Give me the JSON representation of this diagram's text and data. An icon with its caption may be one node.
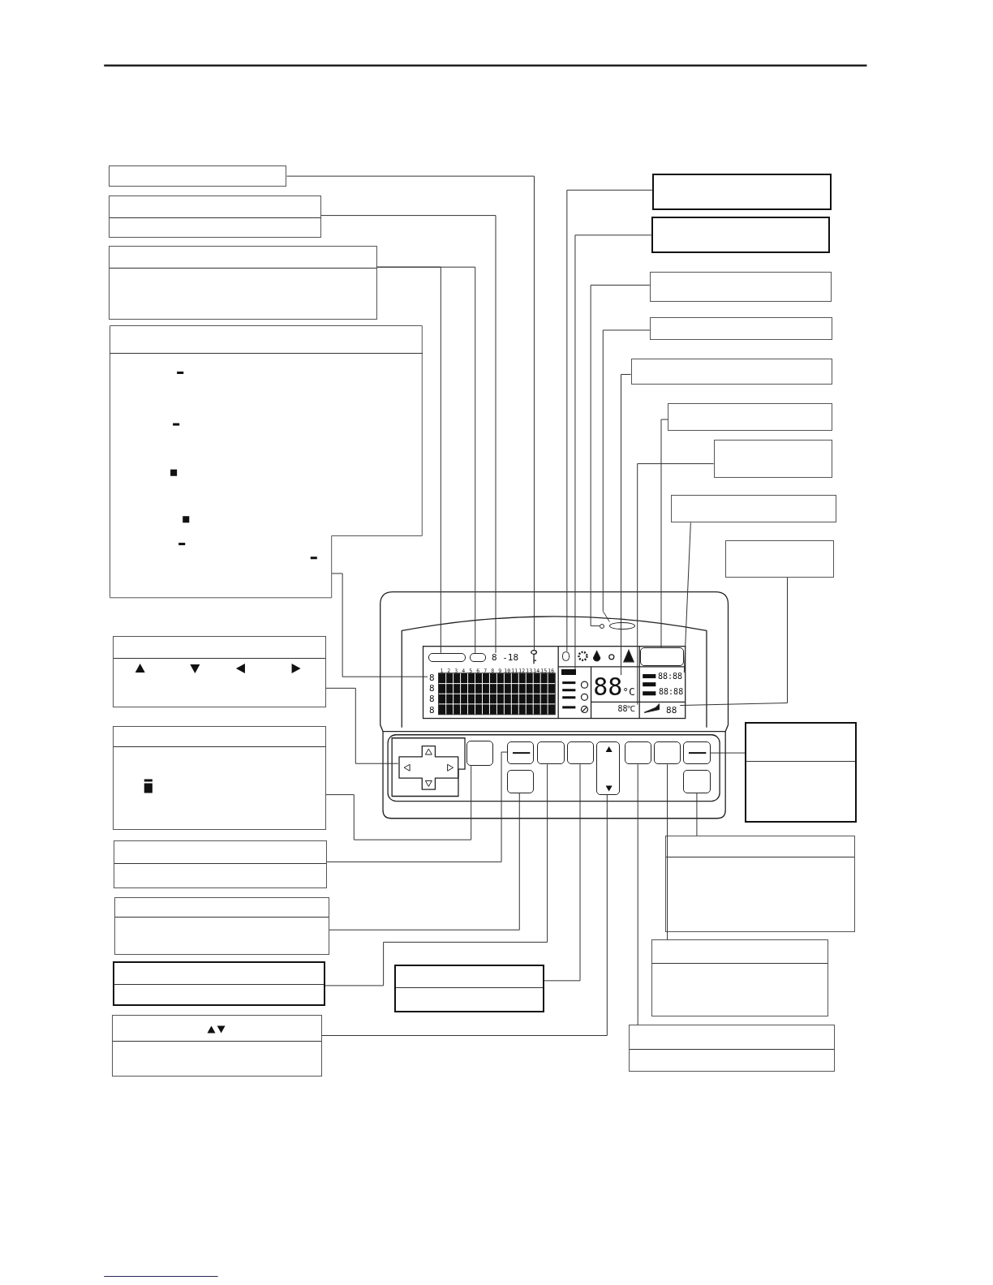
{
  "diagram": {
    "nodes": [
      {
        "text": [],
        "shape": "box"
      },
      {
        "text": [],
        "shape": "box"
      },
      {
        "text": [],
        "shape": "box"
      },
      {
        "text": [],
        "shape": "box"
      },
      {
        "text": [],
        "shape": "box"
      },
      {
        "text": [],
        "shape": "box"
      },
      {
        "text": [],
        "shape": "box"
      },
      {
        "text": [],
        "shape": "box"
      },
      {
        "text": [],
        "shape": "box"
      },
      {
        "text": [],
        "shape": "box"
      },
      {
        "text": [],
        "shape": "box"
      },
      {
        "text": [],
        "shape": "box"
      },
      {
        "text": [],
        "shape": "box"
      },
      {
        "text": [],
        "shape": "box"
      },
      {
        "text": [],
        "shape": "box"
      },
      {
        "text": [],
        "shape": "box"
      },
      {
        "text": [],
        "shape": "box"
      },
      {
        "text": [],
        "shape": "box"
      },
      {
        "text": [],
        "shape": "box"
      },
      {
        "text": [],
        "shape": "box"
      },
      {
        "text": [],
        "shape": "box"
      },
      {
        "text": [],
        "shape": "box"
      },
      {
        "text": [],
        "shape": "box"
      },
      {
        "text": [],
        "shape": "box"
      },
      {
        "text": [],
        "shape": "box"
      },
      {
        "text": [],
        "shape": "key",
        "in": 24
      },
      {
        "text": [
          "8 -18"
        ],
        "in": 24
      },
      {
        "text": [],
        "shape": "box",
        "in": 24
      },
      {
        "text": [],
        "shape": "box",
        "in": 24
      },
      {
        "text": [
          "8",
          "8",
          "8",
          "8"
        ],
        "in": 24
      },
      {
        "text": [],
        "shape": "cross",
        "in": 24
      },
      {
        "text": [],
        "shape": "box",
        "in": 24
      },
      {
        "text": [],
        "shape": "box",
        "in": 24
      },
      {
        "text": [],
        "shape": "box",
        "in": 24
      },
      {
        "text": [],
        "shape": "box",
        "in": 24
      },
      {
        "text": [],
        "shape": "box",
        "in": 24
      },
      {
        "text": [],
        "shape": "box",
        "in": 24
      },
      {
        "text": [],
        "shape": "box",
        "in": 24
      },
      {
        "text": [],
        "shape": "bar",
        "in": 24
      },
      {
        "text": [],
        "shape": "circle",
        "in": 24
      },
      {
        "text": [],
        "shape": "ellipse",
        "in": 24
      },
      {
        "text": [
          "88",
          "°C"
        ],
        "in": 24
      },
      {
        "text": [],
        "shape": "box",
        "in": 24
      },
      {
        "text": [
          "88℃"
        ],
        "in": 24
      },
      {
        "text": [
          "88:88"
        ],
        "in": 24
      },
      {
        "text": [
          "88"
        ],
        "in": 24
      },
      {
        "text": [],
        "shape": "box",
        "in": 24
      },
      {
        "text": [],
        "shape": "box",
        "in": 24
      },
      {
        "text": [],
        "shape": "box",
        "in": 24
      },
      {
        "text": [],
        "shape": "box",
        "in": 24
      }
    ],
    "edges": [
      {
        "from": 0,
        "to": 25,
        "arrow": "none"
      },
      {
        "from": 1,
        "to": 26,
        "arrow": "none"
      },
      {
        "from": 2,
        "to": 27,
        "arrow": "none"
      },
      {
        "from": 2,
        "to": 28,
        "arrow": "none"
      },
      {
        "from": 3,
        "to": 29,
        "arrow": "none"
      },
      {
        "from": 4,
        "to": 30,
        "arrow": "none"
      },
      {
        "from": 5,
        "to": 31,
        "arrow": "none"
      },
      {
        "from": 6,
        "to": 32,
        "arrow": "none"
      },
      {
        "from": 7,
        "to": 33,
        "arrow": "none"
      },
      {
        "from": 8,
        "to": 34,
        "arrow": "none"
      },
      {
        "from": 9,
        "to": 35,
        "arrow": "none"
      },
      {
        "from": 10,
        "to": 36,
        "arrow": "none"
      },
      {
        "from": 11,
        "to": 37,
        "arrow": "none"
      },
      {
        "from": 12,
        "to": 38,
        "arrow": "none"
      },
      {
        "from": 13,
        "to": 39,
        "arrow": "none"
      },
      {
        "from": 14,
        "to": 40,
        "arrow": "none"
      },
      {
        "from": 15,
        "to": 41,
        "arrow": "none"
      },
      {
        "from": 16,
        "to": 42,
        "arrow": "none"
      },
      {
        "from": 17,
        "to": 43,
        "arrow": "none"
      },
      {
        "from": 18,
        "to": 44,
        "arrow": "none"
      },
      {
        "from": 19,
        "to": 45,
        "arrow": "none"
      },
      {
        "from": 20,
        "to": 46,
        "arrow": "none"
      },
      {
        "from": 21,
        "to": 47,
        "arrow": "none"
      },
      {
        "from": 22,
        "to": 48,
        "arrow": "none"
      },
      {
        "from": 23,
        "to": 49,
        "arrow": "none"
      }
    ],
    "labels": [
      "1",
      "2",
      "3",
      "4",
      "5",
      "6",
      "7",
      "8",
      "9",
      "10",
      "11",
      "12",
      "13",
      "14",
      "15",
      "16",
      "88:88"
    ]
  }
}
